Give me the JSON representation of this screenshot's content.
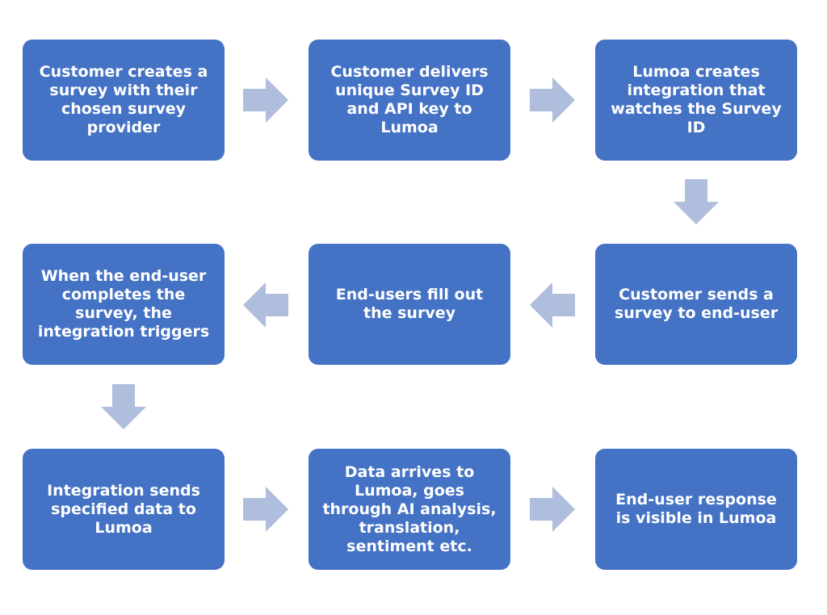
{
  "colors": {
    "box_fill": "#4472C4",
    "box_text": "#FFFFFF",
    "arrow_fill": "#AFBEDC",
    "background": "#FFFFFF"
  },
  "steps": [
    {
      "label": "Customer creates a survey with their chosen survey provider"
    },
    {
      "label": "Customer delivers unique Survey ID and API key to Lumoa"
    },
    {
      "label": "Lumoa creates integration that watches the Survey ID"
    },
    {
      "label": "Customer sends a survey to end-user"
    },
    {
      "label": "End-users fill out the survey"
    },
    {
      "label": "When the end-user completes the survey, the integration triggers"
    },
    {
      "label": "Integration sends specified data to Lumoa"
    },
    {
      "label": "Data arrives to Lumoa, goes through AI analysis, translation, sentiment etc."
    },
    {
      "label": "End-user response is visible in Lumoa"
    }
  ],
  "connectors": [
    {
      "from": 1,
      "to": 2,
      "direction": "right"
    },
    {
      "from": 2,
      "to": 3,
      "direction": "right"
    },
    {
      "from": 3,
      "to": 4,
      "direction": "down"
    },
    {
      "from": 4,
      "to": 5,
      "direction": "left"
    },
    {
      "from": 5,
      "to": 6,
      "direction": "left"
    },
    {
      "from": 6,
      "to": 7,
      "direction": "down"
    },
    {
      "from": 7,
      "to": 8,
      "direction": "right"
    },
    {
      "from": 8,
      "to": 9,
      "direction": "right"
    }
  ]
}
